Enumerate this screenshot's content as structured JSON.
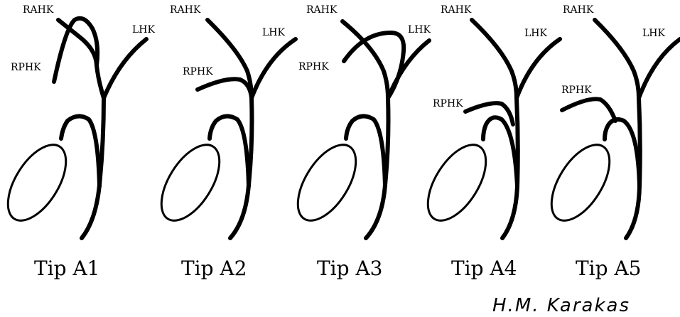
{
  "panels": [
    {
      "title": "Tip A1",
      "labels": {
        "rahk": "RAHK",
        "lhk": "LHK",
        "rphk": "RPHK"
      }
    },
    {
      "title": "Tip A2",
      "labels": {
        "rahk": "RAHK",
        "lhk": "LHK",
        "rphk": "RPHK"
      }
    },
    {
      "title": "Tip A3",
      "labels": {
        "rahk": "RAHK",
        "lhk": "LHK",
        "rphk": "RPHK"
      }
    },
    {
      "title": "Tip A4",
      "labels": {
        "rahk": "RAHK",
        "lhk": "LHK",
        "rphk": "RPHK"
      }
    },
    {
      "title": "Tip A5",
      "labels": {
        "rahk": "RAHK",
        "lhk": "LHK",
        "rphk": "RPHK"
      }
    }
  ],
  "credit": "H.M. Karakas",
  "colors": {
    "line": "#000000",
    "background": "#ffffff"
  }
}
